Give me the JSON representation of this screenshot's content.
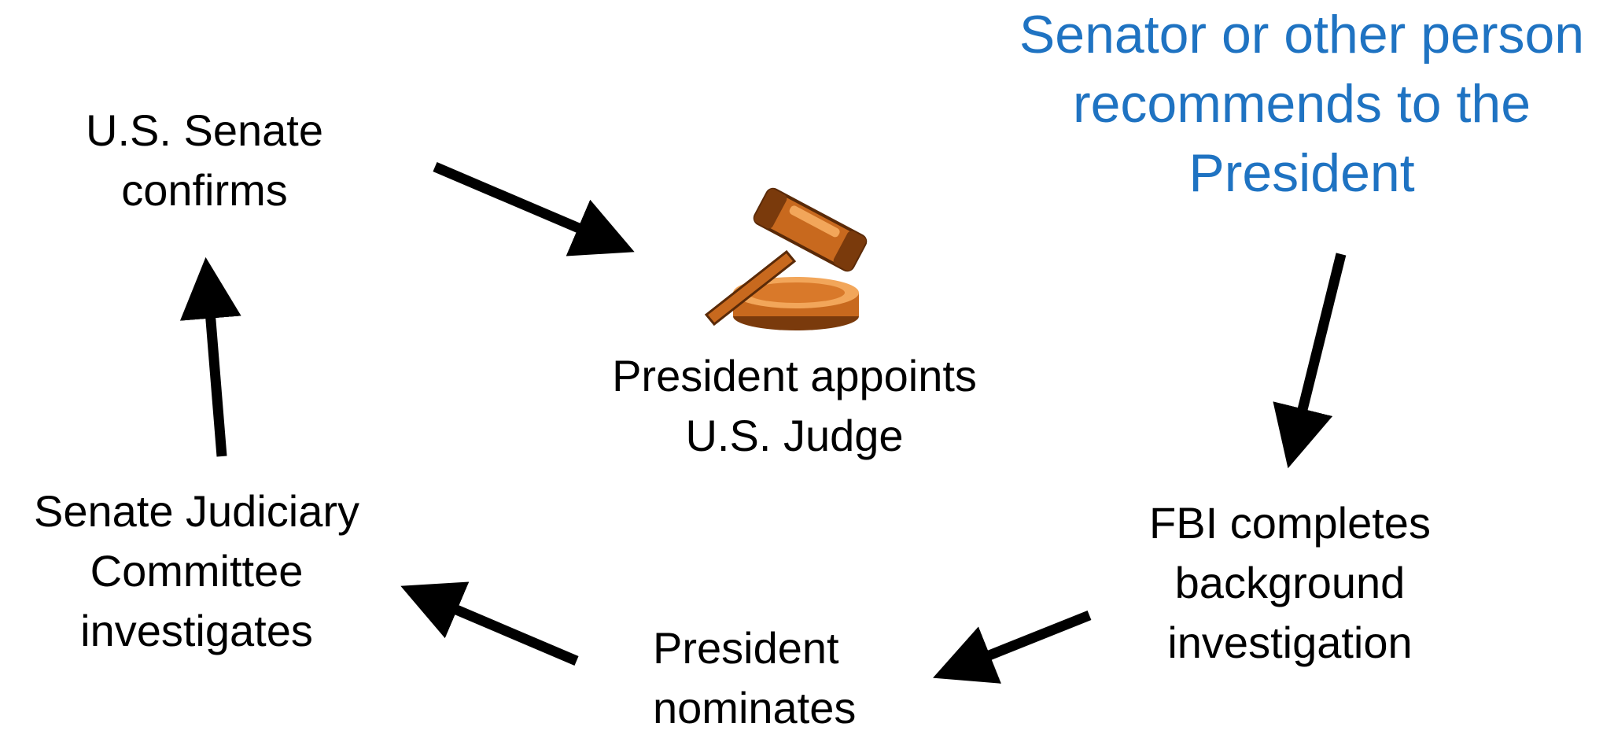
{
  "colors": {
    "text": "#000000",
    "highlight": "#1f73c2",
    "arrow": "#000000",
    "gavel_wood": "#c8691e",
    "gavel_dark": "#7a3a0c",
    "gavel_light": "#f2a65a"
  },
  "steps": {
    "recommend": {
      "line1": "Senator or other person",
      "line2": "recommends to the",
      "line3": "President"
    },
    "fbi": {
      "line1": "FBI completes",
      "line2": "background",
      "line3": "investigation"
    },
    "nominate": {
      "line1": "President",
      "line2": "nominates"
    },
    "judiciary": {
      "line1": "Senate Judiciary",
      "line2": "Committee",
      "line3": "investigates"
    },
    "confirm": {
      "line1": "U.S. Senate",
      "line2": "confirms"
    },
    "appoint": {
      "line1": "President appoints",
      "line2": "U.S. Judge"
    }
  },
  "icons": {
    "center": "gavel-icon",
    "flow": "arrow-icon"
  }
}
